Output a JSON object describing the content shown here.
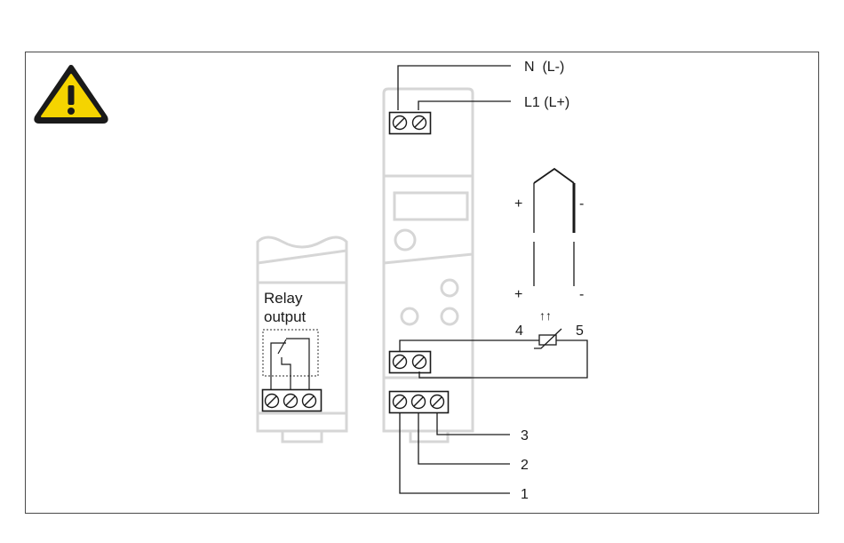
{
  "warning": {
    "icon": "warning-triangle-icon",
    "color": "#f5d400"
  },
  "supply": {
    "neutral_label": "N  (L-)",
    "line_label": "L1 (L+)"
  },
  "sensor": {
    "plus_top": "+",
    "minus_top": "-",
    "plus_bottom": "+",
    "minus_bottom": "-",
    "flow_arrows": "↑↑",
    "terminal_4": "4",
    "terminal_5": "5"
  },
  "relay": {
    "label_line1": "Relay",
    "label_line2": "output"
  },
  "outputs": {
    "terminal_1": "1",
    "terminal_2": "2",
    "terminal_3": "3"
  },
  "colors": {
    "housing": "#d6d6d6",
    "wire": "#1a1a1a",
    "frame": "#4a4a4a"
  }
}
